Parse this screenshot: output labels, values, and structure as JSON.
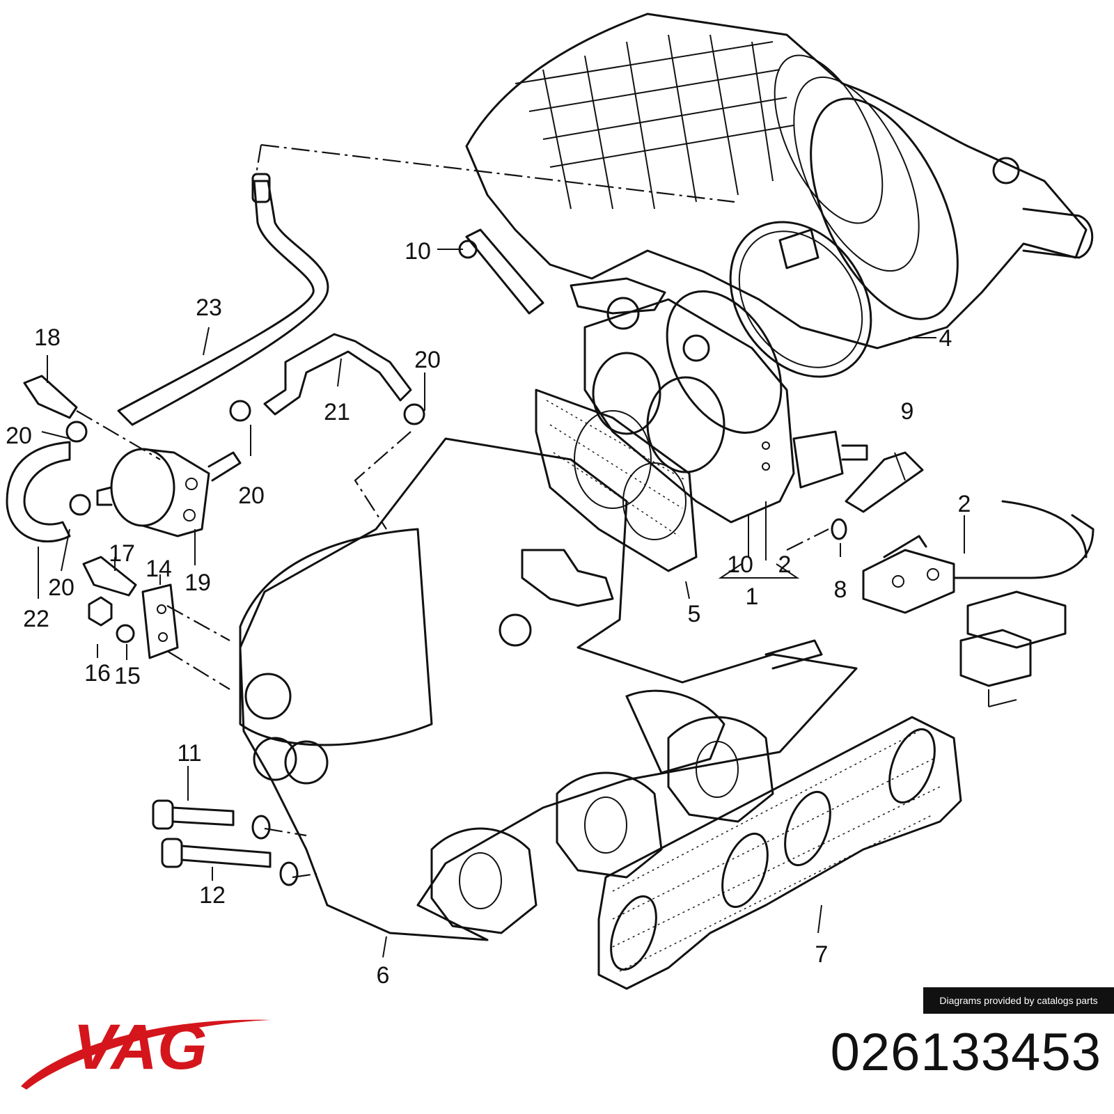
{
  "diagram": {
    "callouts": [
      "1",
      "2",
      "2",
      "4",
      "5",
      "6",
      "7",
      "8",
      "9",
      "10",
      "10",
      "11",
      "12",
      "14",
      "15",
      "16",
      "17",
      "18",
      "19",
      "20",
      "20",
      "20",
      "20",
      "21",
      "22",
      "23"
    ]
  },
  "credit": "Diagrams provided by catalogs parts",
  "brand": {
    "logo_text": "VAG",
    "logo_color": "#d4161c"
  },
  "part_number": "026133453"
}
